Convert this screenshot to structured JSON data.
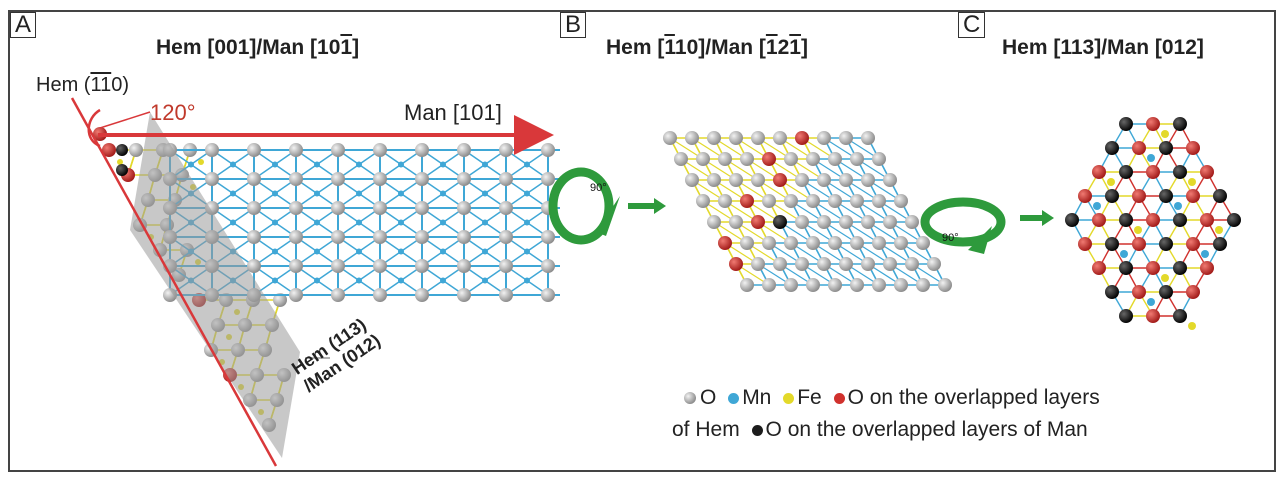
{
  "panels": {
    "a": {
      "letter": "A",
      "title": {
        "p1": "Hem [001]/Man [10",
        "bar": "1",
        "p2": "]"
      }
    },
    "b": {
      "letter": "B",
      "title": {
        "p1": "Hem [",
        "bar1": "1",
        "p2": "10]/Man [",
        "bar2": "1",
        "p3": "2",
        "bar3": "1",
        "p4": "]"
      }
    },
    "c": {
      "letter": "C",
      "title": "Hem [113]/Man [012]"
    }
  },
  "labels": {
    "hem_plane": {
      "p1": "Hem (",
      "bar": "11",
      "p2": "0)"
    },
    "angle": "120°",
    "man_direction": "Man [101]",
    "interface_line1": "Hem (113)",
    "interface_line2": "/Man (012)",
    "rotation_b": "90°",
    "rotation_c": "90°"
  },
  "legend": {
    "o": "O",
    "mn": "Mn",
    "fe": "Fe",
    "hem_overlap_a": "O on the overlapped layers",
    "hem_overlap_b": "of Hem",
    "man_overlap": "O on the overlapped layers of Man"
  },
  "colors": {
    "o": "#b8b8b8",
    "mn": "#3fa7d6",
    "fe": "#e3d92a",
    "hem_overlap": "#d0312d",
    "man_overlap": "#1c1c1c",
    "arrow_red": "#d9383a",
    "arrow_green": "#2e9a3c"
  }
}
